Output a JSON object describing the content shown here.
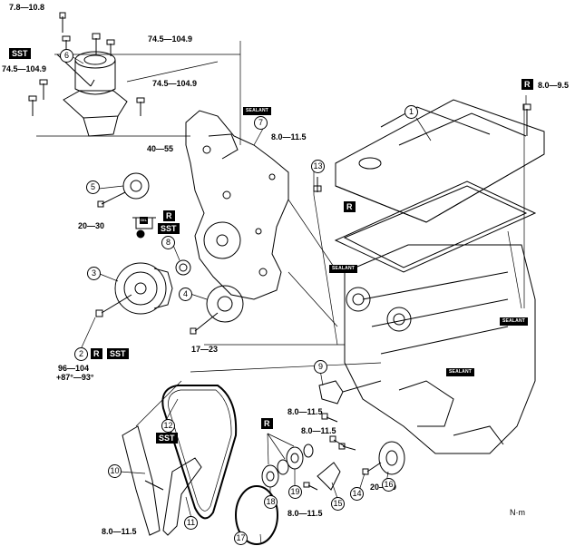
{
  "labels": {
    "t_7_8_10_8": "7.8—10.8",
    "t_74_5_a": "74.5—104.9",
    "t_74_5_b": "74.5—104.9",
    "t_74_5_c": "74.5—104.9",
    "t_8_0_9_5": "8.0—9.5",
    "t_8_0_11_5_a": "8.0—11.5",
    "t_40_55": "40—55",
    "t_20_30_a": "20—30",
    "t_17_23": "17—23",
    "t_96_104": "96—104",
    "t_87_93": "+87°—93°",
    "t_8_0_11_5_b": "8.0—11.5",
    "t_8_0_11_5_c": "8.0—11.5",
    "t_8_0_11_5_d": "8.0—11.5",
    "t_20_30_b": "20—30",
    "t_8_0_11_5_e": "8.0—11.5"
  },
  "tags": {
    "sst": "SST",
    "r": "R",
    "sealant": "SEALANT",
    "oil": "OIL"
  },
  "callouts": [
    "1",
    "2",
    "3",
    "4",
    "5",
    "6",
    "7",
    "8",
    "9",
    "10",
    "11",
    "12",
    "13",
    "14",
    "15",
    "16",
    "17",
    "18",
    "19"
  ],
  "unit": "N·m"
}
